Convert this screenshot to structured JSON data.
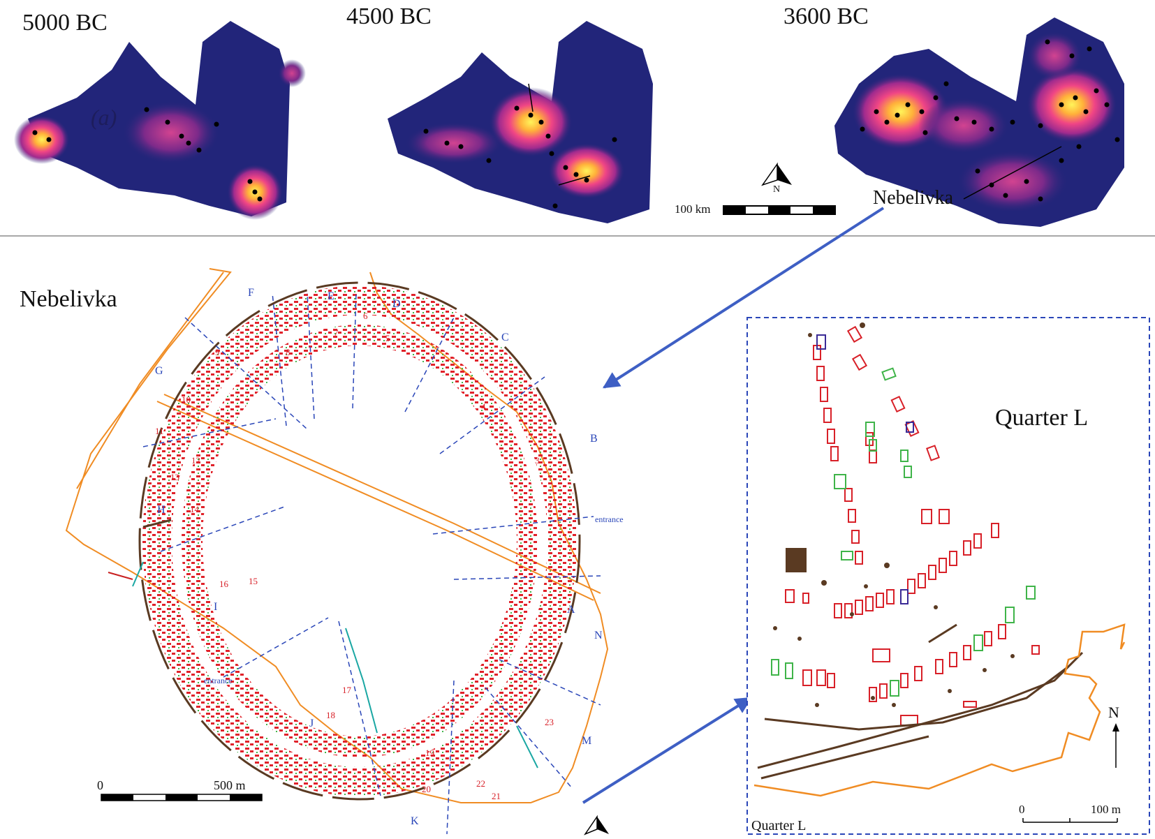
{
  "panels": {
    "year_1": "5000 BC",
    "year_2": "4500 BC",
    "year_3": "3600 BC",
    "panel_letter": "(a)",
    "nebelivka_callout": "Nebelivka"
  },
  "top_scale": {
    "label": "100 km",
    "north": "N"
  },
  "site_map": {
    "title": "Nebelivka",
    "sectors": [
      "A",
      "B",
      "C",
      "D",
      "E",
      "F",
      "G",
      "H",
      "I",
      "J",
      "K",
      "M",
      "N"
    ],
    "entrance_east": "entrance",
    "entrance_west": "entrance",
    "scale_zero": "0",
    "scale_end": "500 m",
    "building_numbers": [
      "2",
      "3",
      "4",
      "5",
      "6",
      "7",
      "8",
      "9",
      "10",
      "11",
      "12",
      "13",
      "14",
      "15",
      "16",
      "17",
      "18",
      "19",
      "20",
      "21",
      "22",
      "23"
    ]
  },
  "quarter": {
    "title": "Quarter L",
    "corner_label": "Quarter L",
    "north": "N",
    "scale_zero": "0",
    "scale_end": "100 m"
  },
  "colors": {
    "background_map": "#22257a",
    "settlement_outline": "#f08c23",
    "dwelling_red": "#e0222a",
    "dwelling_green": "#3fb449",
    "ditch_brown": "#5a3a22",
    "sector_line": "#2a46b8",
    "arrow": "#3e5fc4"
  }
}
